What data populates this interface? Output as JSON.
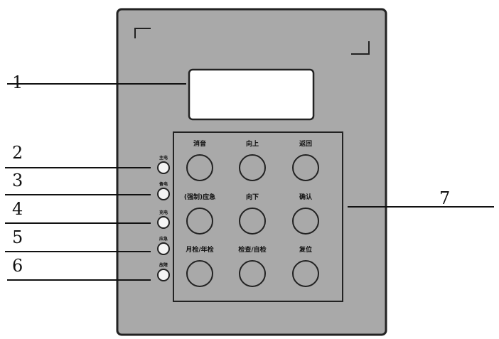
{
  "callouts": [
    "1",
    "2",
    "3",
    "4",
    "5",
    "6",
    "7"
  ],
  "leds": [
    "主电",
    "备电",
    "充电",
    "应急",
    "故障"
  ],
  "buttons": [
    [
      "消音",
      "向上",
      "返回"
    ],
    [
      "(强制)应急",
      "向下",
      "确认"
    ],
    [
      "月检/年检",
      "检查/自检",
      "复位"
    ]
  ],
  "colors": {
    "panel_fill": "#a9a9a9",
    "panel_stroke": "#222222",
    "display_fill": "#ffffff",
    "button_fill": "#a9a9a9",
    "led_fill": "#f4f4f4"
  }
}
